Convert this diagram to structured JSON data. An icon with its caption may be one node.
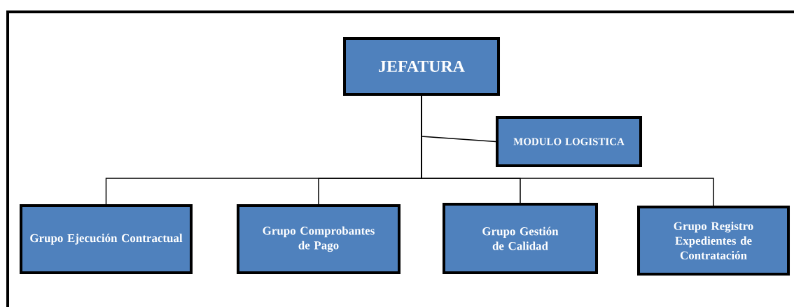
{
  "diagram": {
    "nodes": [
      {
        "text": [
          "JEFATURA"
        ]
      },
      {
        "text": [
          "MODULO LOGISTICA"
        ]
      },
      {
        "text": [
          "Grupo Ejecución Contractual"
        ]
      },
      {
        "text": [
          "Grupo Comprobantes de Pago"
        ]
      },
      {
        "text": [
          "Grupo Gestión de Calidad"
        ]
      },
      {
        "text": [
          "Grupo Registro Expedientes de Contratación"
        ]
      }
    ],
    "edges": [
      {
        "from": 0,
        "to": 1,
        "arrow": "none"
      },
      {
        "from": 0,
        "to": 2,
        "arrow": "none"
      },
      {
        "from": 0,
        "to": 3,
        "arrow": "none"
      },
      {
        "from": 0,
        "to": 4,
        "arrow": "none"
      },
      {
        "from": 0,
        "to": 5,
        "arrow": "none"
      }
    ]
  }
}
